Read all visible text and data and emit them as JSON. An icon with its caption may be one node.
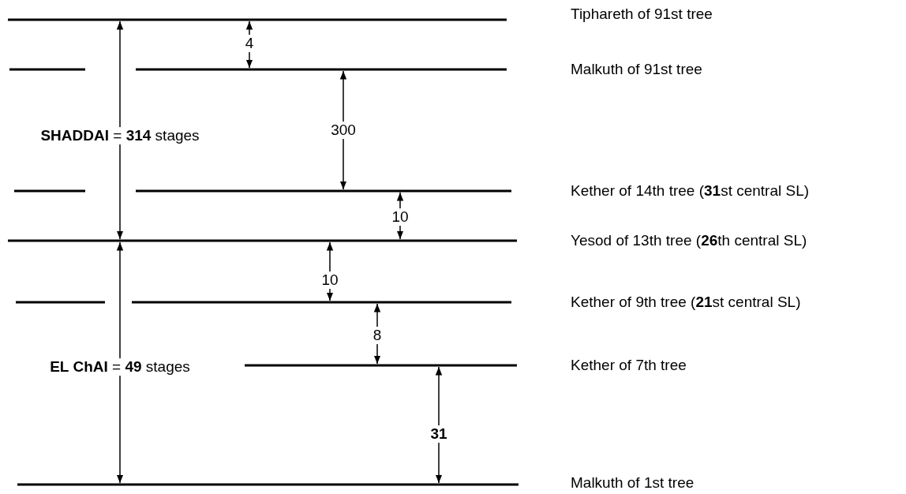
{
  "diagram": {
    "labels": [
      "Tiphareth of 91st tree",
      "4",
      "Malkuth of 91st tree",
      "**SHADDAI** = **314** stages",
      "300",
      "Kether of 14th tree (**31**st central SL)",
      "10",
      "Yesod of 13th tree (**26**th central SL)",
      "10",
      "Kether of 9th tree (**21**st central SL)",
      "8",
      "**EL ChAI** = **49** stages",
      "Kether of 7th tree",
      "31",
      "Malkuth of 1st tree"
    ]
  }
}
